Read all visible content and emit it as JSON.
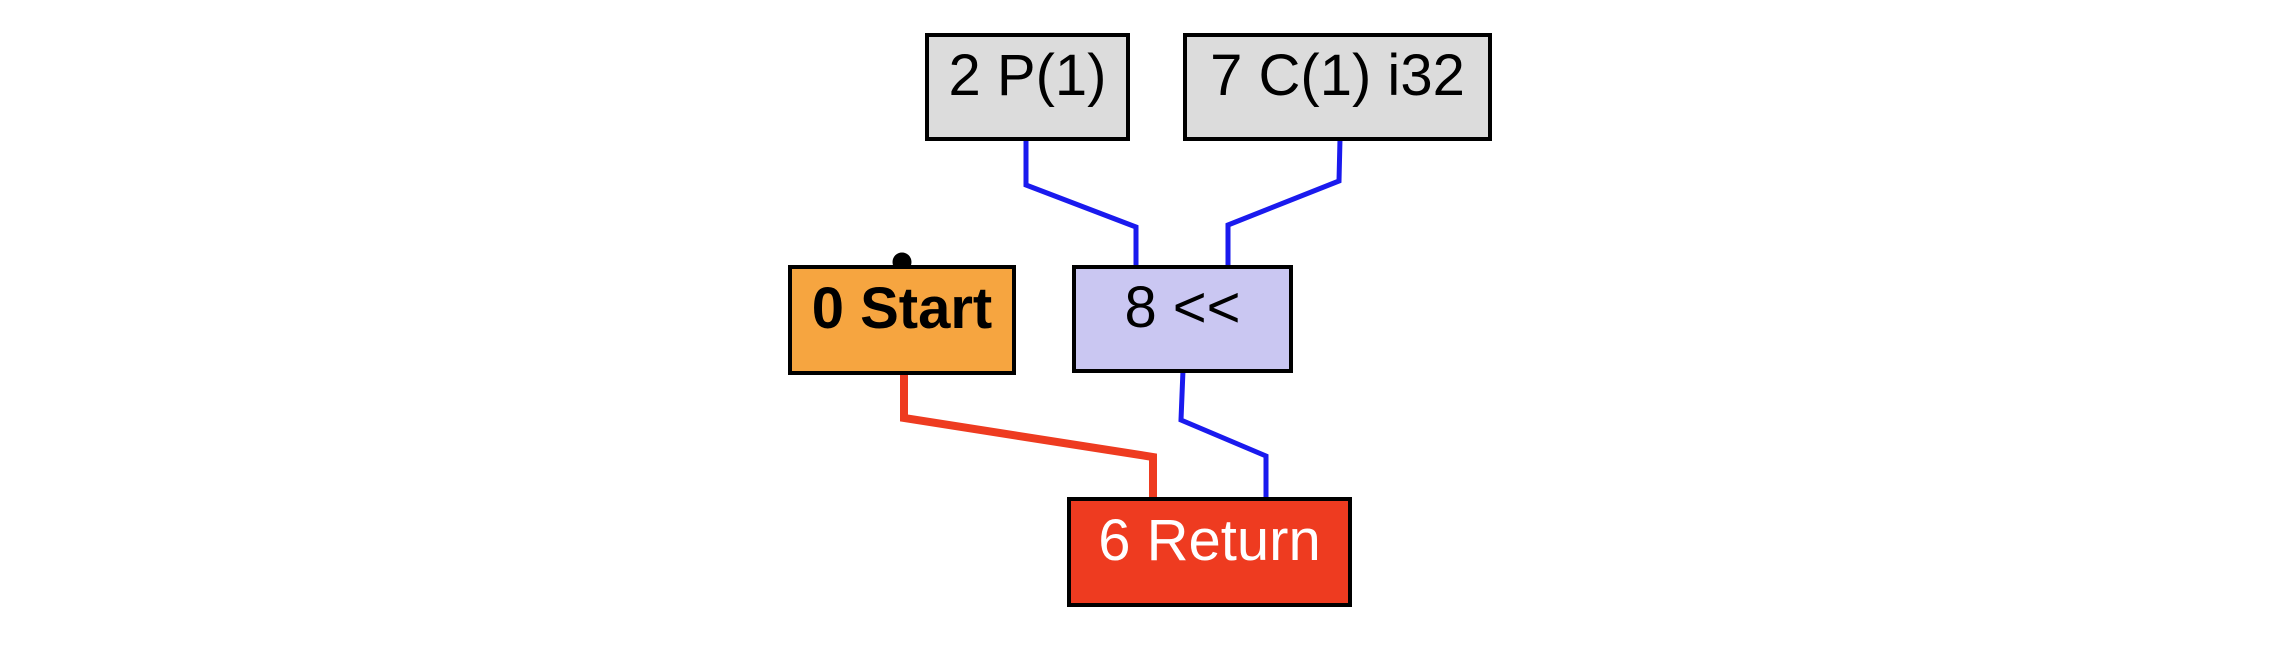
{
  "diagram": {
    "type": "sea-of-nodes-graph",
    "nodes": [
      {
        "id": "param",
        "label": "2 P(1)",
        "kind": "parameter",
        "fill": "#dcdcdc",
        "text_color": "#000000",
        "bold": false
      },
      {
        "id": "const",
        "label": "7 C(1) i32",
        "kind": "constant",
        "fill": "#dcdcdc",
        "text_color": "#000000",
        "bold": false
      },
      {
        "id": "start",
        "label": "0 Start",
        "kind": "control",
        "fill": "#f6a540",
        "text_color": "#000000",
        "bold": true,
        "has_dot_marker": true
      },
      {
        "id": "shl",
        "label": "8 <<",
        "kind": "data-op",
        "fill": "#cac7f2",
        "text_color": "#000000",
        "bold": false
      },
      {
        "id": "return",
        "label": "6 Return",
        "kind": "control",
        "fill": "#ee3b20",
        "text_color": "#ffffff",
        "bold": false
      }
    ],
    "edges": [
      {
        "from": "2 P(1)",
        "to": "8 <<",
        "type": "data",
        "color": "#1a1aee"
      },
      {
        "from": "7 C(1) i32",
        "to": "8 <<",
        "type": "data",
        "color": "#1a1aee"
      },
      {
        "from": "0 Start",
        "to": "6 Return",
        "type": "control",
        "color": "#ee3b20"
      },
      {
        "from": "8 <<",
        "to": "6 Return",
        "type": "data",
        "color": "#1a1aee"
      }
    ]
  },
  "colors": {
    "background": "#ffffff",
    "node_border": "#000000",
    "constant_fill": "#dcdcdc",
    "start_fill": "#f6a540",
    "data_op_fill": "#cac7f2",
    "control_fill": "#ee3b20",
    "data_edge": "#1a1aee",
    "control_edge": "#ee3b20",
    "dot_marker": "#000000",
    "return_text": "#ffffff"
  }
}
